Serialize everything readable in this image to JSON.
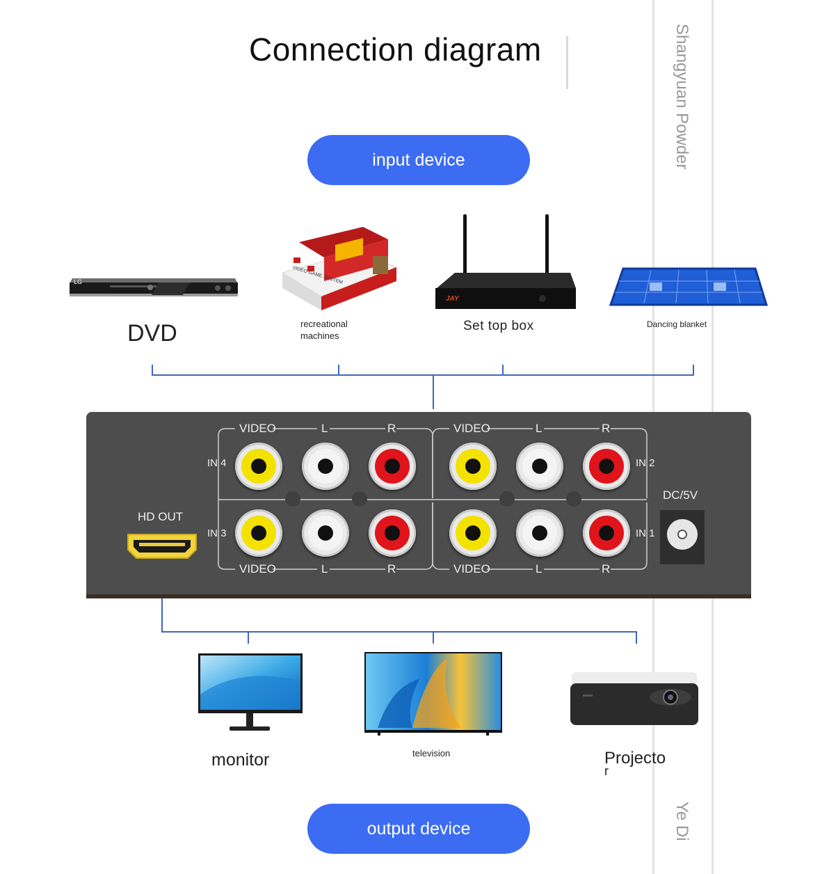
{
  "title": "Connection diagram",
  "input_pill": "input device",
  "output_pill": "output device",
  "watermark": {
    "top": "Shangyuan Powder",
    "bottom": "Ye Di"
  },
  "inputs": {
    "dvd": {
      "label": "DVD",
      "brand": "LG"
    },
    "recreational": {
      "label_line1": "recreational",
      "label_line2": "machines",
      "console_text": "VIDEO GAME SYSTEM"
    },
    "settop": {
      "label": "Set top box",
      "brand": "JAY"
    },
    "dancing": {
      "label": "Dancing blanket"
    }
  },
  "switch_box": {
    "hd_out": "HD OUT",
    "dc": "DC/5V",
    "video": "VIDEO",
    "l": "L",
    "r": "R",
    "in4": "IN 4",
    "in3": "IN 3",
    "in2": "IN 2",
    "in1": "IN 1",
    "colors": {
      "yellow": "#f3e200",
      "white": "#f4f4f4",
      "red": "#e0141b"
    }
  },
  "outputs": {
    "monitor": {
      "label": "monitor"
    },
    "television": {
      "label": "television"
    },
    "projector": {
      "label_line1": "Projecto",
      "label_line2": "r"
    }
  }
}
